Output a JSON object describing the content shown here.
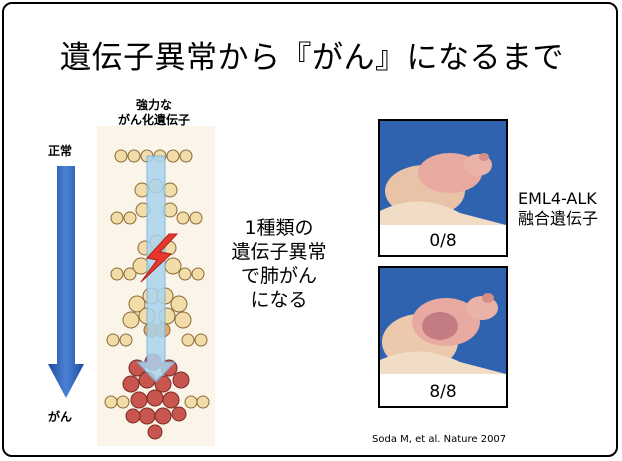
{
  "slide": {
    "title": "遺伝子異常から『がん』になるまで",
    "gene_label_line1": "強力な",
    "gene_label_line2": "がん化遺伝子",
    "normal_label": "正常",
    "cancer_label": "がん",
    "mid_text": [
      "1種類の",
      "遺伝子異常",
      "で肺がん",
      "になる"
    ],
    "photo_top_ratio": "0/8",
    "photo_bottom_ratio": "8/8",
    "gene_name_line1": "EML4-ALK",
    "gene_name_line2": "融合遺伝子",
    "citation": "Soda M, et al. Nature 2007"
  },
  "colors": {
    "arrow_blue": "#2a5db8",
    "arrow_light": "#a9d4ef",
    "lightning": "#e8372d",
    "cell_yellow": "#e8c27a",
    "cell_red": "#b5453f",
    "photo_blue": "#2f63b0",
    "mouse_pink": "#e8a9a0"
  }
}
